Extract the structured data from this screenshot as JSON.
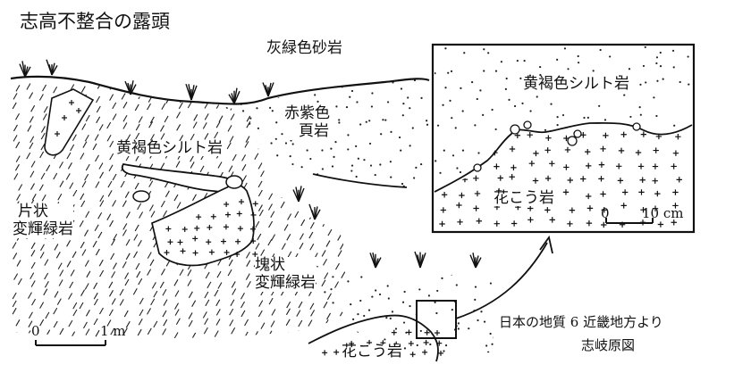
{
  "title": "志高不整合の露頭",
  "labels": {
    "gray_green_sandstone": "灰緑色砂岩",
    "red_purple_shale_line1": "赤紫色",
    "red_purple_shale_line2": "頁岩",
    "yellow_brown_siltstone": "黄褐色シルト岩",
    "schistose_line1": "片状",
    "schistose_line2": "変輝緑岩",
    "massive_line1": "塊状",
    "massive_line2": "変輝緑岩",
    "granite": "花こう岩"
  },
  "inset": {
    "siltstone": "黄褐色シルト岩",
    "granite": "花こう岩",
    "scale_zero": "0",
    "scale_value": "10 cm"
  },
  "scale": {
    "zero": "0",
    "value": "1 m"
  },
  "source": {
    "line1": "日本の地質 6 近畿地方より",
    "line2": "志岐原図"
  }
}
